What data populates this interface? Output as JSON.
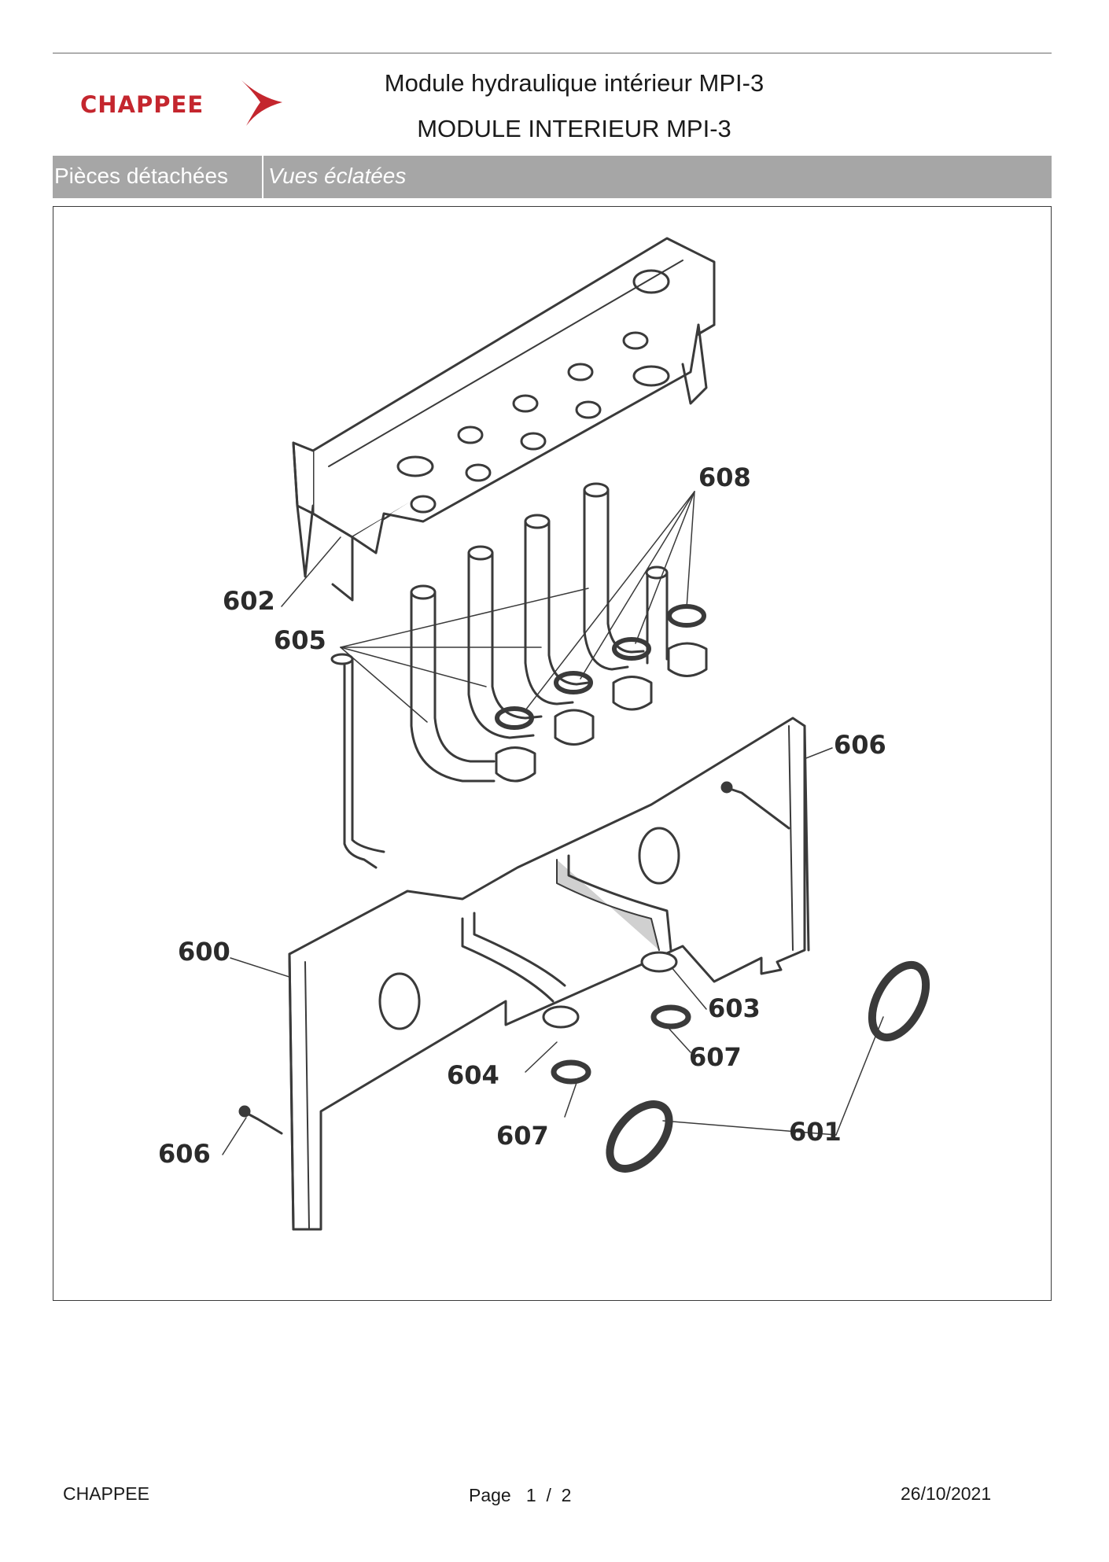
{
  "header": {
    "logo_text": "CHAPPEE",
    "title_fr": "Module hydraulique intérieur MPI-3",
    "title_code": "MODULE INTERIEUR MPI-3"
  },
  "section_bar": {
    "left_label": "Pièces détachées",
    "right_label": "Vues éclatées"
  },
  "diagram": {
    "callouts": {
      "c602": "602",
      "c605": "605",
      "c608": "608",
      "c606a": "606",
      "c600": "600",
      "c603": "603",
      "c607a": "607",
      "c604": "604",
      "c607b": "607",
      "c601": "601",
      "c606b": "606"
    }
  },
  "footer": {
    "brand": "CHAPPEE",
    "page": "Page   1  /  2",
    "date": "26/10/2021"
  },
  "colors": {
    "brand_red": "#c4262e",
    "bar_gray": "#a6a6a6"
  }
}
